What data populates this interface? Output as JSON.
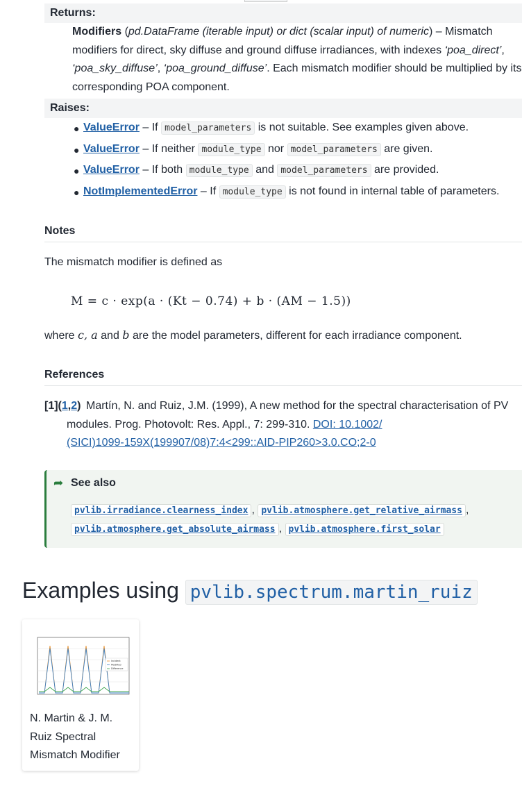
{
  "returns": {
    "heading": "Returns:",
    "name": "Modifiers",
    "open_paren": " (",
    "type": "pd.DataFrame (iterable input) or dict (scalar input) of numeric",
    "close_paren": ") – Mismatch",
    "line2_a": "modifiers for direct, sky diffuse and ground diffuse irradiances, with indexes ",
    "key_direct": "‘poa_direct’",
    "comma1": ",",
    "key_sky": "‘poa_sky_diffuse’",
    "comma2": ", ",
    "key_ground": "‘poa_ground_diffuse’",
    "line3_b": ". Each mismatch modifier should be multiplied by its",
    "line4": "corresponding POA component."
  },
  "raises": {
    "heading": "Raises:",
    "items": [
      {
        "error": "ValueError",
        "pre": " – If ",
        "code1": "model_parameters",
        "mid": " is not suitable. See examples given above.",
        "code2": "",
        "post": ""
      },
      {
        "error": "ValueError",
        "pre": " – If neither ",
        "code1": "module_type",
        "mid": " nor ",
        "code2": "model_parameters",
        "post": " are given."
      },
      {
        "error": "ValueError",
        "pre": " – If both ",
        "code1": "module_type",
        "mid": " and ",
        "code2": "model_parameters",
        "post": " are provided."
      },
      {
        "error": "NotImplementedError",
        "pre": " – If ",
        "code1": "module_type",
        "mid": " is not found in internal table of parameters.",
        "code2": "",
        "post": ""
      }
    ]
  },
  "notes": {
    "heading": "Notes",
    "intro": "The mismatch modifier is defined as",
    "equation": "M = c · exp(a · (Kt − 0.74) + b · (AM − 1.5))",
    "where_a": "where ",
    "vars": "c, a",
    "and": " and ",
    "var_b": "b",
    "where_b": " are the model parameters, different for each irradiance component."
  },
  "references": {
    "heading": "References",
    "label_open": "[1](",
    "backref1": "1",
    "backref_sep": ",",
    "backref2": "2",
    "label_close": ")",
    "line1": "Martín, N. and Ruiz, J.M. (1999), A new method for the spectral characterisation of PV",
    "line2_a": "modules. Prog. Photovolt: Res. Appl., 7: 299-310. ",
    "doi_a": "DOI: 10.1002/",
    "doi_b": "(SICI)1099-159X(199907/08)7:4<299::AID-PIP260>3.0.CO;2-0"
  },
  "see_also": {
    "heading": "See also",
    "links": [
      "pvlib.irradiance.clearness_index",
      "pvlib.atmosphere.get_relative_airmass",
      "pvlib.atmosphere.get_absolute_airmass",
      "pvlib.atmosphere.first_solar"
    ],
    "sep": ","
  },
  "examples": {
    "heading": "Examples using ",
    "code": "pvlib.spectrum.martin_ruiz",
    "card_title": "N. Martin & J. M. Ruiz Spectral Mismatch Modifier",
    "thumb_legend": [
      "Incident",
      "Modified",
      "Difference"
    ],
    "thumb_colors": {
      "incident": "#e8902d",
      "modified": "#3a7fc4",
      "difference": "#3aa24c"
    }
  },
  "colors": {
    "link": "#2160a5",
    "seealso_accent": "#2a7d3d"
  }
}
